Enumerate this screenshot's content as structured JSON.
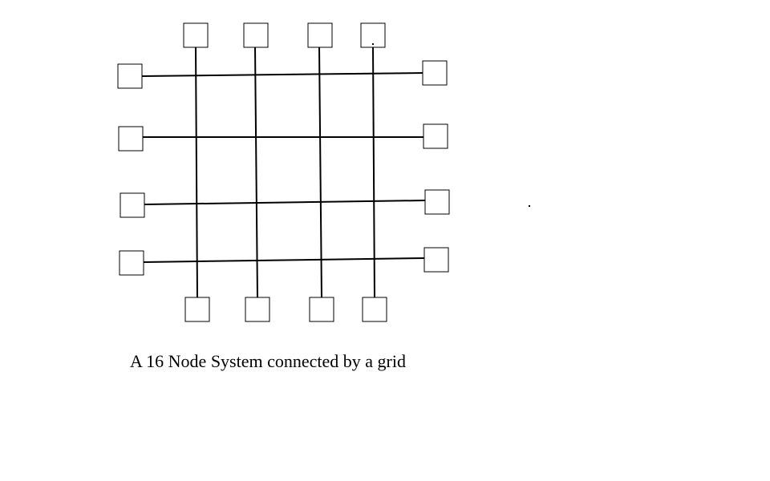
{
  "diagram": {
    "caption": "A 16 Node System connected by a grid",
    "node_count": 16,
    "topology": "grid",
    "rows": 4,
    "columns": 4,
    "colors": {
      "line": "#000000",
      "node_fill": "#ffffff",
      "node_stroke": "#000000",
      "background": "#ffffff"
    }
  }
}
